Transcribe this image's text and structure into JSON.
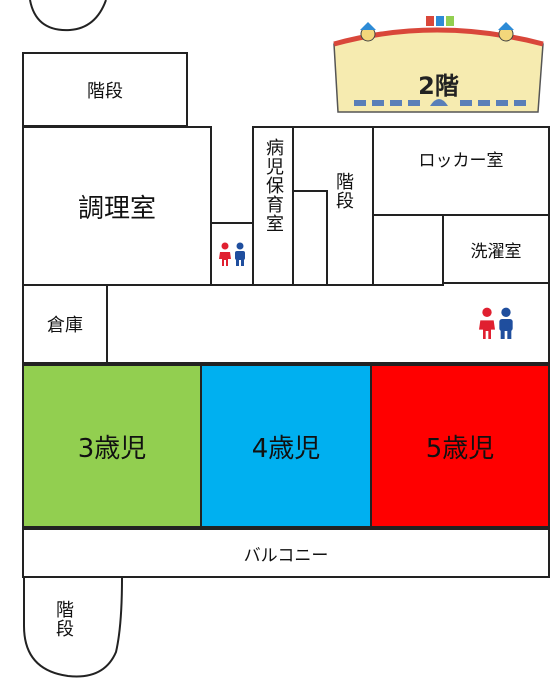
{
  "sign": {
    "floor_label": "2階"
  },
  "rooms": {
    "stairs_top_left": "階段",
    "kitchen": "調理室",
    "sick_child_room": "病児保育室",
    "stairs_center": "階段",
    "locker_room": "ロッカー室",
    "laundry_room": "洗濯室",
    "storage": "倉庫",
    "class_3": "3歳児",
    "class_4": "4歳児",
    "class_5": "5歳児",
    "balcony": "バルコニー",
    "stairs_bottom": "階段"
  },
  "colors": {
    "class_3": "#92cf50",
    "class_4": "#00b0f0",
    "class_5": "#ff0000",
    "toilet_male": "#1f4e9e",
    "toilet_female": "#e02030",
    "sign_fill": "#f6ebb0",
    "sign_roof": "#d9473a"
  },
  "icons": [
    "restroom-icon",
    "building-sign-icon"
  ]
}
